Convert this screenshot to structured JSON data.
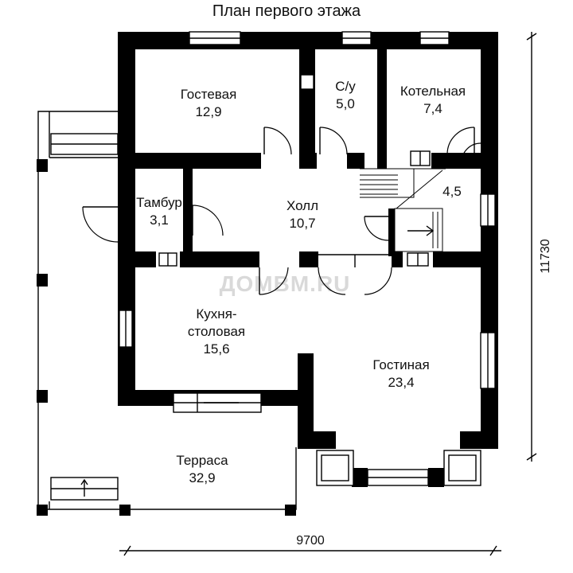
{
  "title": "План первого этажа",
  "watermark": "ДОМВМ.RU",
  "dimensions": {
    "width_label": "9700",
    "height_label": "11730"
  },
  "rooms": {
    "guest": {
      "name": "Гостевая",
      "area": "12,9"
    },
    "wc": {
      "name": "С/у",
      "area": "5,0"
    },
    "boiler": {
      "name": "Котельная",
      "area": "7,4"
    },
    "vestibule": {
      "name": "Тамбур",
      "area": "3,1"
    },
    "hall": {
      "name": "Холл",
      "area": "10,7"
    },
    "storage": {
      "name": "",
      "area": "4,5"
    },
    "kitchen": {
      "name_line1": "Кухня-",
      "name_line2": "столовая",
      "area": "15,6"
    },
    "living": {
      "name": "Гостиная",
      "area": "23,4"
    },
    "terrace": {
      "name": "Терраса",
      "area": "32,9"
    }
  }
}
